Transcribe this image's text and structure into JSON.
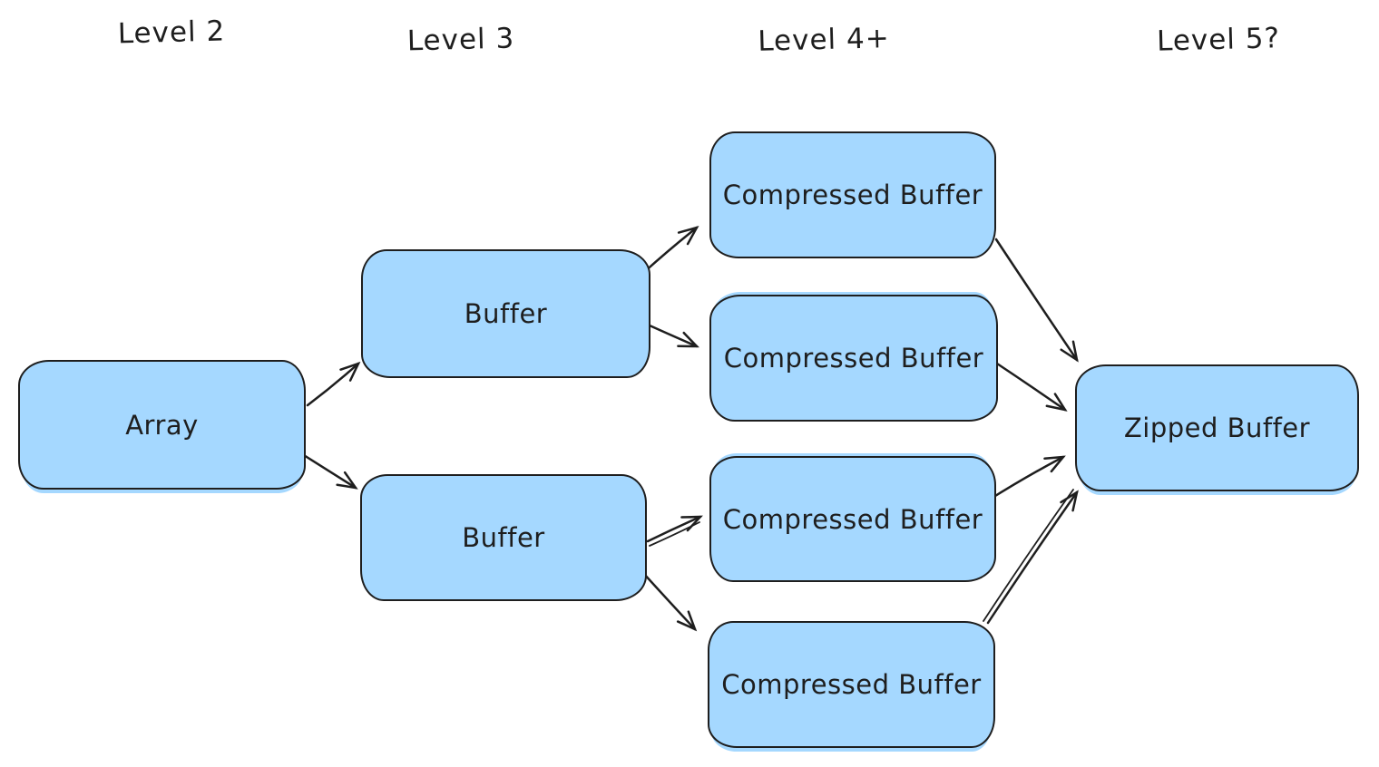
{
  "diagram": {
    "columns": [
      {
        "label": "Level 2"
      },
      {
        "label": "Level 3"
      },
      {
        "label": "Level 4+"
      },
      {
        "label": "Level 5?"
      }
    ],
    "nodes": {
      "array": {
        "label": "Array"
      },
      "buffer1": {
        "label": "Buffer"
      },
      "buffer2": {
        "label": "Buffer"
      },
      "compressed1": {
        "label": "Compressed Buffer"
      },
      "compressed2": {
        "label": "Compressed Buffer"
      },
      "compressed3": {
        "label": "Compressed Buffer"
      },
      "compressed4": {
        "label": "Compressed Buffer"
      },
      "zipped": {
        "label": "Zipped Buffer"
      }
    },
    "edges": [
      {
        "from": "array",
        "to": "buffer1"
      },
      {
        "from": "array",
        "to": "buffer2"
      },
      {
        "from": "buffer1",
        "to": "compressed1"
      },
      {
        "from": "buffer1",
        "to": "compressed2"
      },
      {
        "from": "buffer2",
        "to": "compressed3"
      },
      {
        "from": "buffer2",
        "to": "compressed4"
      },
      {
        "from": "compressed1",
        "to": "zipped"
      },
      {
        "from": "compressed2",
        "to": "zipped"
      },
      {
        "from": "compressed3",
        "to": "zipped"
      },
      {
        "from": "compressed4",
        "to": "zipped"
      }
    ],
    "colors": {
      "node_fill": "#a5d8ff",
      "stroke": "#1e1e1e",
      "background": "#ffffff"
    }
  }
}
